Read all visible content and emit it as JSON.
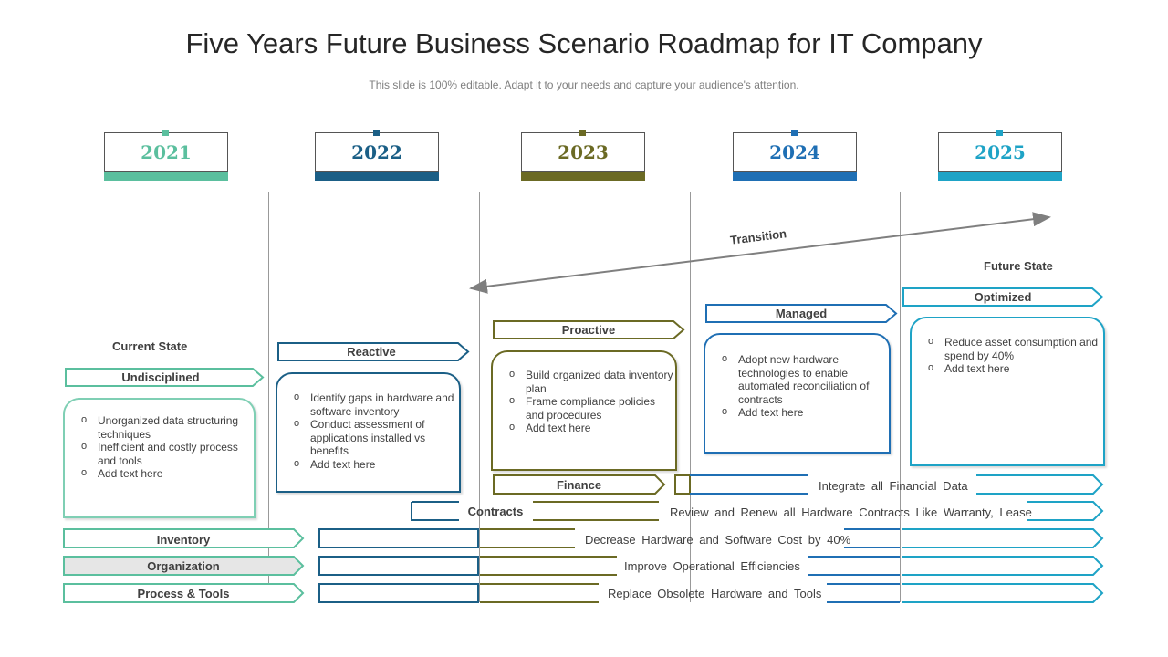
{
  "title": "Five Years Future Business Scenario Roadmap for IT Company",
  "subtitle": "This slide is 100% editable. Adapt it to your needs and capture your audience's attention.",
  "years": [
    {
      "label": "2021",
      "color": "#5bbf9e"
    },
    {
      "label": "2022",
      "color": "#1b5f86"
    },
    {
      "label": "2023",
      "color": "#6b6a24"
    },
    {
      "label": "2024",
      "color": "#1f6fb4"
    },
    {
      "label": "2025",
      "color": "#1ea3c6"
    }
  ],
  "transition_label": "Transition",
  "current_state_label": "Current State",
  "future_state_label": "Future State",
  "stages": {
    "undisciplined": "Undisciplined",
    "reactive": "Reactive",
    "proactive": "Proactive",
    "managed": "Managed",
    "optimized": "Optimized"
  },
  "cards": {
    "undisciplined": [
      "Unorganized data structuring techniques",
      "Inefficient and costly process and tools",
      "Add text here"
    ],
    "reactive": [
      "Identify gaps in hardware and software inventory",
      "Conduct assessment of applications installed vs benefits",
      "Add text here"
    ],
    "proactive": [
      "Build organized data inventory plan",
      "Frame compliance policies and procedures",
      "Add text here"
    ],
    "managed": [
      "Adopt new hardware technologies to enable automated reconciliation of contracts",
      "Add text here"
    ],
    "optimized": [
      "Reduce asset consumption and spend by 40%",
      "Add text here"
    ]
  },
  "rows": {
    "finance": {
      "label": "Finance",
      "text": "Integrate all Financial Data"
    },
    "contracts": {
      "label": "Contracts",
      "text": "Review and Renew all Hardware Contracts Like Warranty, Lease"
    },
    "inventory": {
      "label": "Inventory",
      "text": "Decrease Hardware and Software Cost by 40%"
    },
    "organization": {
      "label": "Organization",
      "text": "Improve Operational Efficiencies"
    },
    "process": {
      "label": "Process & Tools",
      "text": "Replace Obsolete Hardware and Tools"
    }
  }
}
